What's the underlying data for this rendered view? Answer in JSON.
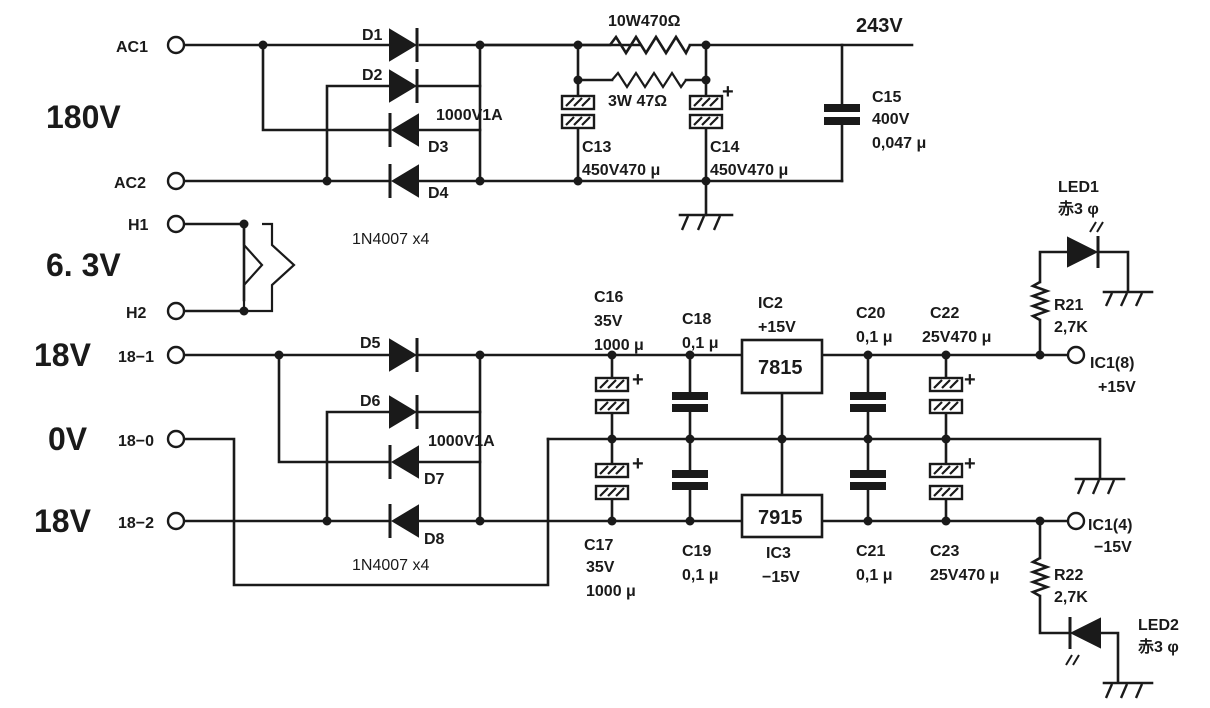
{
  "voltages": {
    "v180": "180V",
    "v63": "6. 3V",
    "v18a": "18V",
    "v0": "0V",
    "v18b": "18V",
    "v243": "243V"
  },
  "terminals": {
    "ac1": "AC1",
    "ac2": "AC2",
    "h1": "H1",
    "h2": "H2",
    "t18_1": "18−1",
    "t18_0": "18−0",
    "t18_2": "18−2",
    "ic1_8": "IC1(8)",
    "ic1_8_v": "+15V",
    "ic1_4": "IC1(4)",
    "ic1_4_v": "−15V"
  },
  "diodes": {
    "d1": "D1",
    "d2": "D2",
    "d3": "D3",
    "d4": "D4",
    "d5": "D5",
    "d6": "D6",
    "d7": "D7",
    "d8": "D8",
    "rating_top": "1000V1A",
    "rating_bottom": "1000V1A",
    "part_top": "1N4007  x4",
    "part_bottom": "1N4007  x4"
  },
  "resistors": {
    "r_main": "10W470Ω",
    "r_bypass": "3W 47Ω",
    "r21": "R21",
    "r21_val": "2,7K",
    "r22": "R22",
    "r22_val": "2,7K"
  },
  "capacitors": {
    "c13": "C13",
    "c13_val": "450V470 μ",
    "c14": "C14",
    "c14_val": "450V470 μ",
    "c15": "C15",
    "c15_v": "400V",
    "c15_val": "0,047 μ",
    "c16": "C16",
    "c16_v": "35V",
    "c16_val": "1000 μ",
    "c17": "C17",
    "c17_v": "35V",
    "c17_val": "1000 μ",
    "c18": "C18",
    "c18_val": "0,1 μ",
    "c19": "C19",
    "c19_val": "0,1 μ",
    "c20": "C20",
    "c20_val": "0,1 μ",
    "c21": "C21",
    "c21_val": "0,1 μ",
    "c22": "C22",
    "c22_val": "25V470 μ",
    "c23": "C23",
    "c23_val": "25V470 μ",
    "plus": "+"
  },
  "regulators": {
    "ic2": "IC2",
    "ic2_v": "+15V",
    "ic2_part": "7815",
    "ic3": "IC3",
    "ic3_v": "−15V",
    "ic3_part": "7915"
  },
  "leds": {
    "led1": "LED1",
    "led1_desc": "赤3 φ",
    "led2": "LED2",
    "led2_desc": "赤3 φ"
  }
}
